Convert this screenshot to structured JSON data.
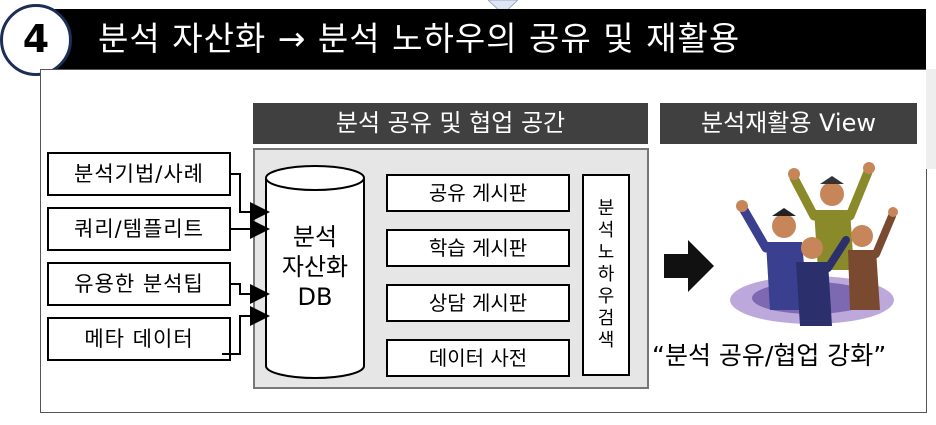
{
  "header": {
    "number": "4",
    "title": "분석 자산화 → 분석 노하우의 공유 및 재활용"
  },
  "center": {
    "label": "분석 공유 및 협업 공간",
    "db_lines": [
      "분석",
      "자산화",
      "DB"
    ],
    "boards": [
      "공유 게시판",
      "학습 게시판",
      "상담 게시판",
      "데이터 사전"
    ],
    "search_chars": [
      "분",
      "석",
      "노",
      "하",
      "우",
      "검",
      "색"
    ]
  },
  "left": {
    "items": [
      "분석기법/사례",
      "쿼리/템플리트",
      "유용한 분석팁",
      "메타 데이터"
    ]
  },
  "right": {
    "label": "분석재활용 View",
    "caption": "“분석 공유/협업 강화”"
  },
  "colors": {
    "title_bg": "#000000",
    "label_bg": "#404040",
    "panel_bg": "#e6e6e6",
    "circle_border": "#1c2e55"
  }
}
